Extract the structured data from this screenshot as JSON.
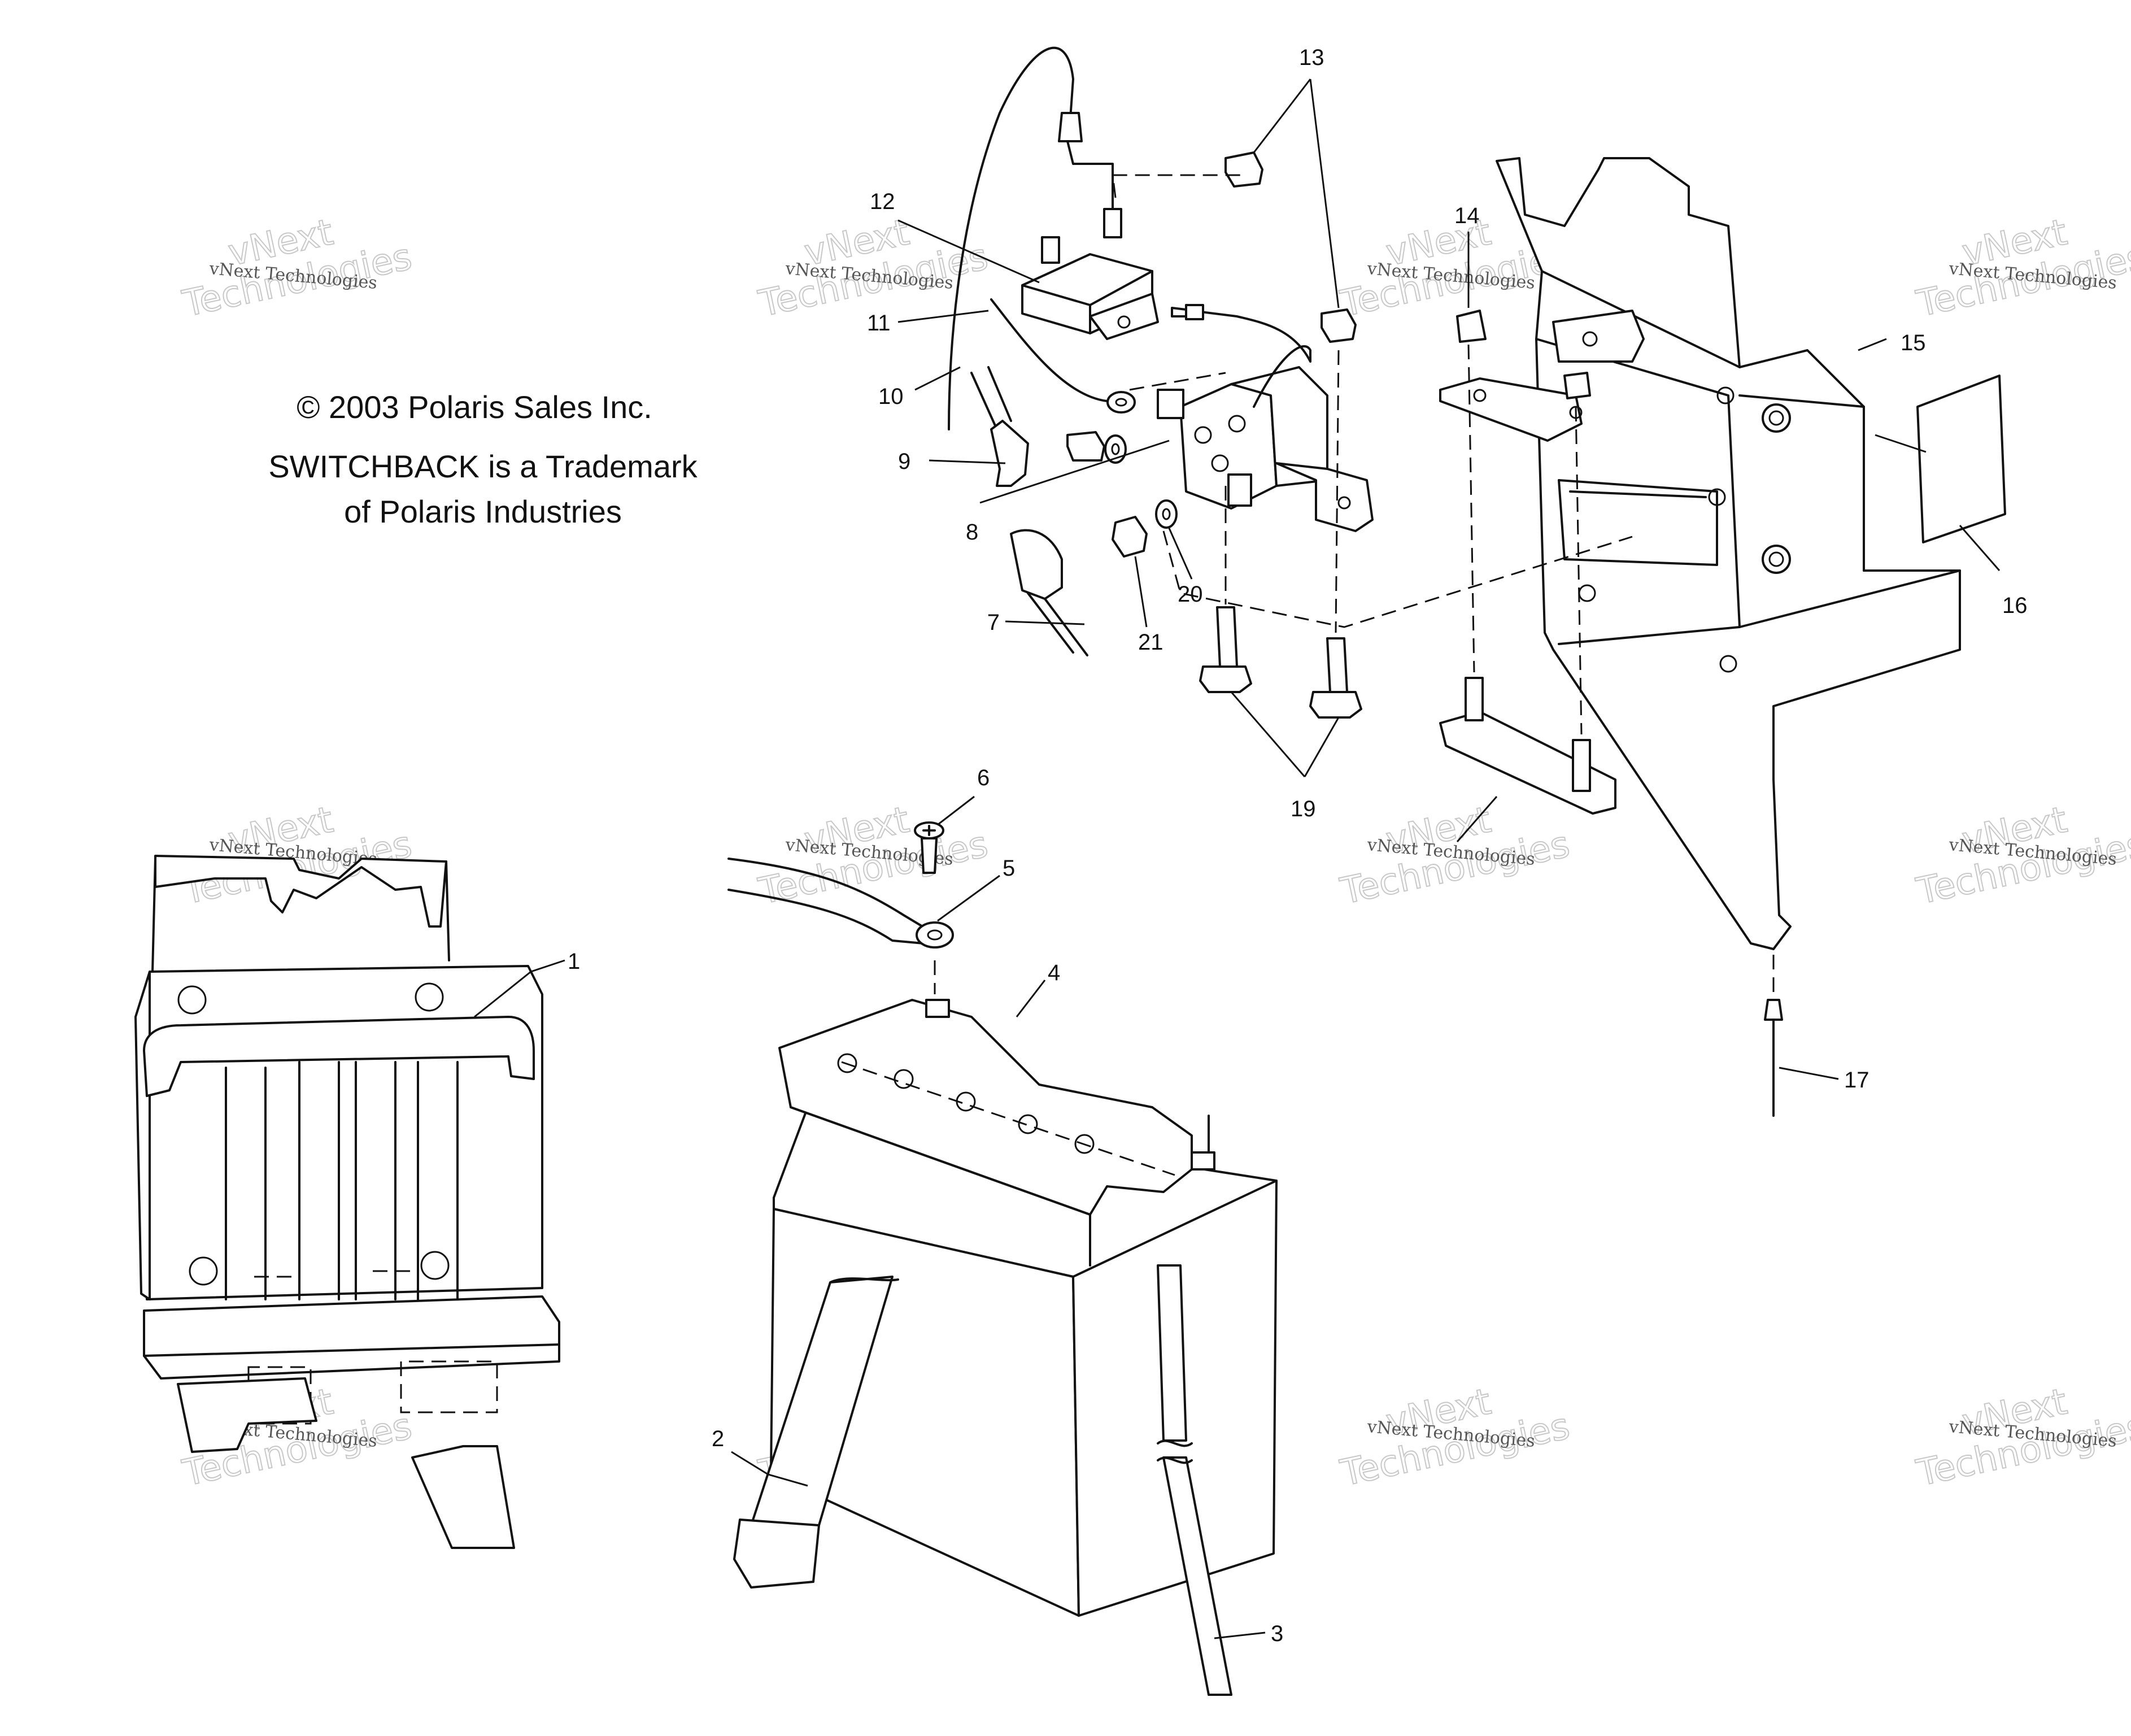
{
  "copyright": {
    "line1": "© 2003 Polaris Sales Inc.",
    "line2": "SWITCHBACK is a Trademark",
    "line3": "of Polaris Industries"
  },
  "watermark": {
    "line1": "vNext Technologies",
    "line2": "vNext",
    "line3": "Technologies"
  },
  "callouts": [
    "1",
    "2",
    "3",
    "4",
    "5",
    "6",
    "7",
    "8",
    "9",
    "10",
    "11",
    "12",
    "13",
    "14",
    "15",
    "16",
    "17",
    "19",
    "20",
    "21"
  ]
}
